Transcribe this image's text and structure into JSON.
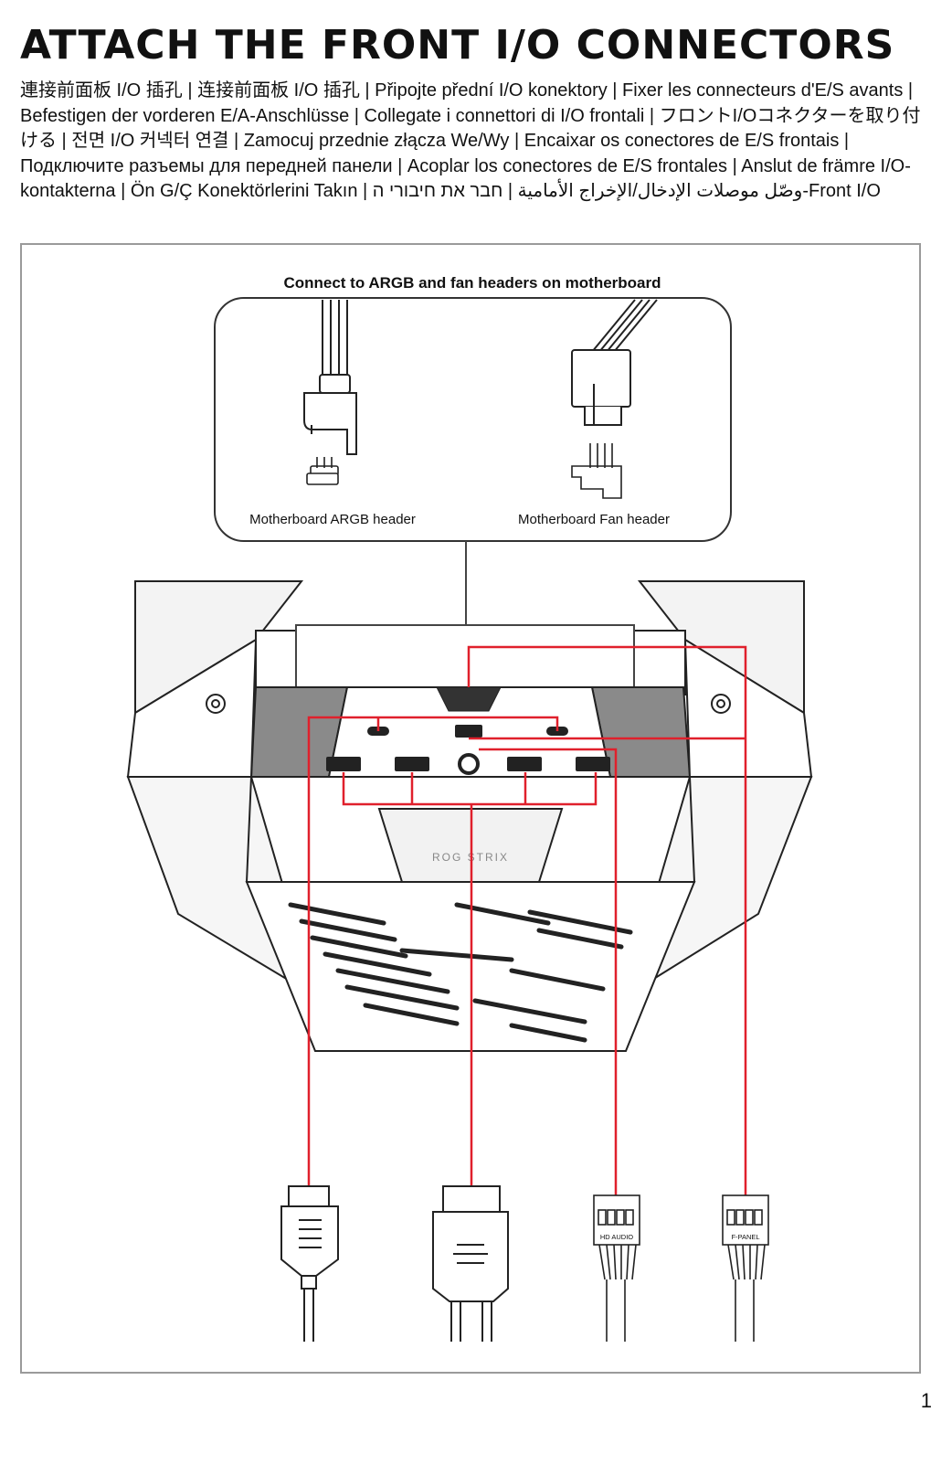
{
  "title": "ATTACH THE FRONT I/O CONNECTORS",
  "languages": "連接前面板 I/O 插孔 | 连接前面板 I/O 插孔 | Připojte přední I/O konektory | Fixer les connecteurs d'E/S avants | Befestigen der vorderen E/A-Anschlüsse | Collegate i connettori di I/O frontali | フロントI/Oコネクターを取り付ける | 전면 I/O 커넥터 연결 | Zamocuj przednie złącza We/Wy | Encaixar os conectores de E/S frontais | Подключите разъемы для передней панели | Acoplar los conectores de E/S frontales | Anslut de främre I/O-kontakterna | Ön G/Ç Konektörlerini Takın | وصّل موصلات الإدخال/الإخراج الأمامية | חבר את חיבורי ה-Front I/O",
  "diagram": {
    "heading": "Connect to ARGB and fan headers on motherboard",
    "argb_label": "Motherboard ARGB header",
    "fan_label": "Motherboard Fan header",
    "hd_audio_label": "HD AUDIO",
    "fpanel_label": "F-PANEL",
    "logo_text": "ROG STRIX",
    "accent_color": "#e0202c"
  },
  "page_number": "1"
}
